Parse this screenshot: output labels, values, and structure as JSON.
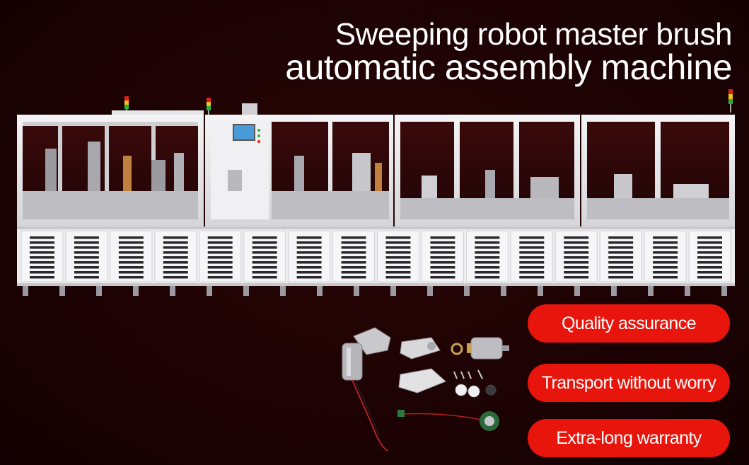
{
  "title": {
    "line1": "Sweeping robot master brush",
    "line2": "automatic assembly machine"
  },
  "badges": [
    {
      "label": "Quality assurance"
    },
    {
      "label": "Transport without worry"
    },
    {
      "label": "Extra-long warranty"
    }
  ],
  "colors": {
    "background": "#1e0304",
    "badge": "#e8150c",
    "machine_frame": "#e8e8ea",
    "text": "#ffffff"
  }
}
